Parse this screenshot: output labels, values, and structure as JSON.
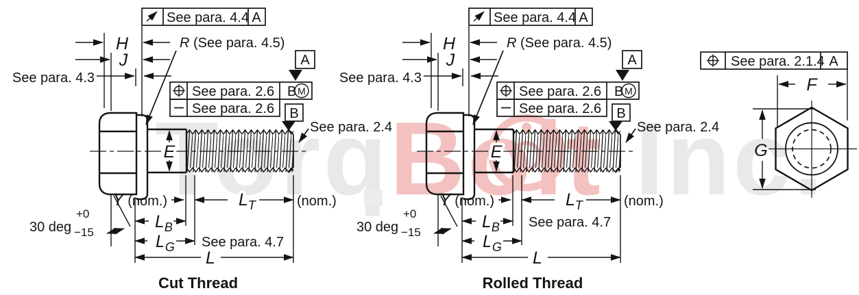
{
  "colors": {
    "line": "#141414",
    "watermark_gray": "#e9e9e9",
    "watermark_red": "#f3c2c0"
  },
  "watermark": {
    "gray_left": "Torq",
    "red_mid": "Bolt",
    "gray_right": " Inc."
  },
  "bolt1": {
    "caption": "Cut Thread",
    "top_callout": {
      "text": "See para. 4.4",
      "datum": "A"
    },
    "fillet_note": {
      "symbol": "R",
      "text": " (See para. 4.5)"
    },
    "head_note": "See para. 4.3",
    "dim_H": "H",
    "dim_J": "J",
    "fcf": {
      "row1_text": "See para. 2.6",
      "row1_datum": "B",
      "row1_modifier": "M",
      "row2_text": "See para. 2.6"
    },
    "datum_flag_top": "A",
    "datum_flag_thread": "B",
    "point_note": "See para. 2.4",
    "dim_E": "E",
    "dim_Y": {
      "symbol": "Y",
      "suffix": " (nom.)"
    },
    "dim_LT": {
      "symbol": "L",
      "sub": "T",
      "suffix": "(nom.)"
    },
    "dim_LB": {
      "symbol": "L",
      "sub": "B"
    },
    "dim_LG": {
      "symbol": "L",
      "sub": "G"
    },
    "dim_L": "L",
    "grip_note": "See para. 4.7",
    "angle_note": {
      "text": "30 deg",
      "upper": "+0",
      "lower": "−15"
    }
  },
  "bolt2": {
    "caption": "Rolled Thread",
    "top_callout": {
      "text": "See para. 4.4",
      "datum": "A"
    },
    "fillet_note": {
      "symbol": "R",
      "text": " (See para. 4.5)"
    },
    "head_note": "See para. 4.3",
    "dim_H": "H",
    "dim_J": "J",
    "fcf": {
      "row1_text": "See para. 2.6",
      "row1_datum": "B",
      "row1_modifier": "M",
      "row2_text": "See para. 2.6"
    },
    "datum_flag_top": "A",
    "datum_flag_thread": "B",
    "point_note": "See para. 2.4",
    "dim_E": "E",
    "dim_Y": {
      "symbol": "Y",
      "suffix": " (nom.)"
    },
    "dim_LT": {
      "symbol": "L",
      "sub": "T",
      "suffix": "(nom.)"
    },
    "dim_LB": {
      "symbol": "L",
      "sub": "B"
    },
    "dim_LG": {
      "symbol": "L",
      "sub": "G"
    },
    "dim_L": "L",
    "grip_note": "See para. 4.7",
    "angle_note": {
      "text": "30 deg",
      "upper": "+0",
      "lower": "−15"
    }
  },
  "end_view": {
    "fcf_text": "See para. 2.1.4",
    "fcf_datum": "A",
    "dim_F": "F",
    "dim_G": "G"
  }
}
